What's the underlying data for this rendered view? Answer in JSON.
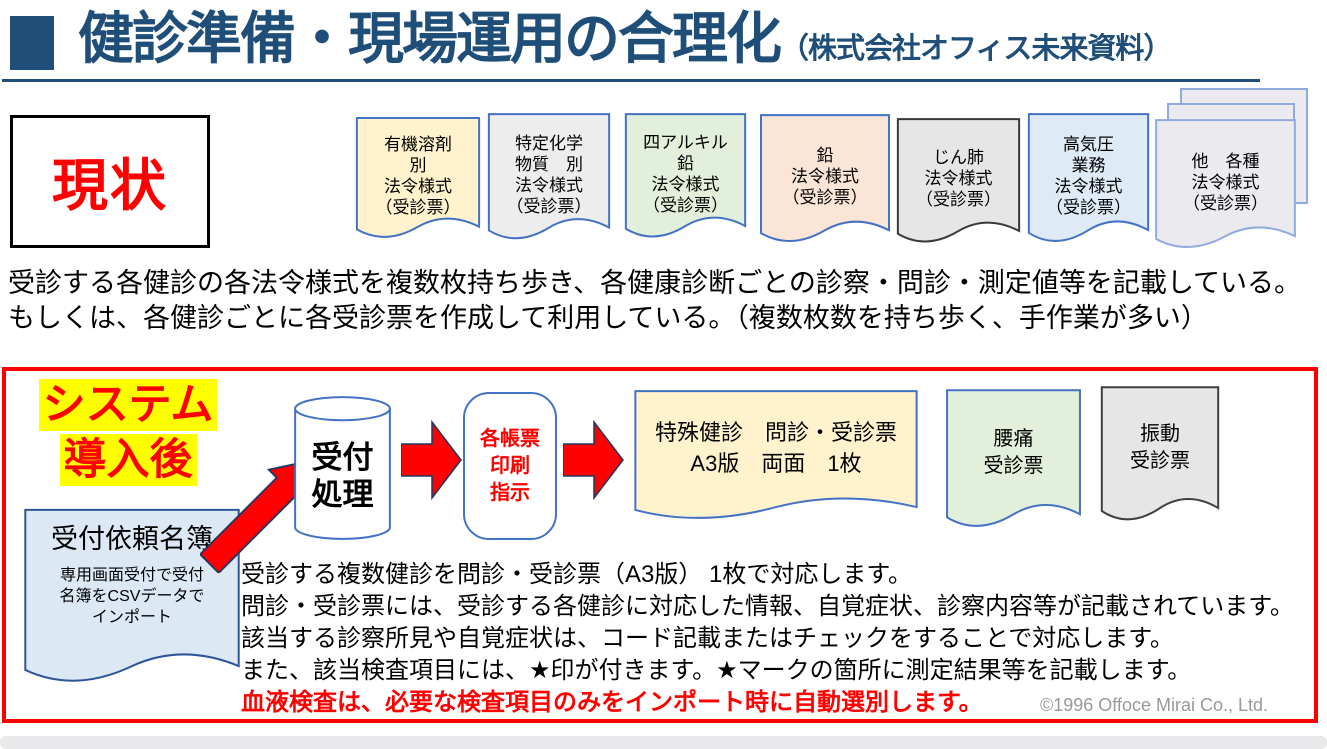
{
  "slide": {
    "title": "健診準備・現場運用の合理化",
    "title_suffix": "（株式会社オフィス未来資料）",
    "copyright": "©1996 Offoce Mirai Co., Ltd."
  },
  "colors": {
    "title_blue": "#1F4E79",
    "accent_red": "#FF0000",
    "highlight_yellow": "#FFFF00",
    "border_blue": "#4472C4",
    "border_dark": "#3B3838",
    "stack_border_blue": "#8FAADC",
    "roster_border_blue": "#2E5597",
    "copyright_gray": "#999999"
  },
  "current": {
    "label": "現状",
    "documents": [
      {
        "name": "organic-solvent",
        "text": "有機溶剤\n別\n法令様式\n（受診票）",
        "fill": "#FFF2CC",
        "border": "#4472C4"
      },
      {
        "name": "specified-chemical",
        "text": "特定化学\n物質　別\n法令様式\n（受診票）",
        "fill": "#EDEDED",
        "border": "#4472C4"
      },
      {
        "name": "tetraalkyl-lead",
        "text": "四アルキル\n鉛\n法令様式\n（受診票）",
        "fill": "#E2EFDA",
        "border": "#4472C4"
      },
      {
        "name": "lead",
        "text": "鉛\n法令様式\n（受診票）",
        "fill": "#FBE5D6",
        "border": "#4472C4"
      },
      {
        "name": "pneumoconiosis",
        "text": "じん肺\n法令様式\n（受診票）",
        "fill": "#E7E6E6",
        "border": "#3B3838"
      },
      {
        "name": "high-pressure",
        "text": "高気圧\n業務\n法令様式\n（受診票）",
        "fill": "#DEEBF7",
        "border": "#4472C4"
      },
      {
        "name": "other-forms",
        "text": "他　各種\n法令様式\n（受診票）",
        "fill": "#EBEBEF",
        "border": "#8FAADC"
      }
    ],
    "description_lines": [
      "受診する各健診の各法令様式を複数枚持ち歩き、各健康診断ごとの診察・問診・測定値等を記載している。",
      "もしくは、各健診ごとに各受診票を作成して利用している。（複数枚数を持ち歩く、手作業が多い）"
    ]
  },
  "system": {
    "label_lines": [
      "システム",
      "導入後"
    ],
    "roster_title": "受付依頼名簿",
    "roster_body": "専用画面受付で受付\n名簿をCSVデータで\nインポート",
    "roster_fill": "#DCE9F5",
    "reception": "受付\n処理",
    "print_instruction": "各帳票\n印刷\n指示",
    "a3_doc": {
      "text": "特殊健診　問診・受診票\nA3版　両面　1枚",
      "fill": "#FFF2CC",
      "border": "#4472C4"
    },
    "lumbago_doc": {
      "text": "腰痛\n受診票",
      "fill": "#E2EFDA",
      "border": "#4472C4"
    },
    "vibration_doc": {
      "text": "振動\n受診票",
      "fill": "#E7E6E6",
      "border": "#404040"
    },
    "description_lines": [
      "受診する複数健診を問診・受診票（A3版） 1枚で対応します。",
      "問診・受診票には、受診する各健診に対応した情報、自覚症状、診察内容等が記載されています。",
      "該当する診察所見や自覚症状は、コード記載またはチェックをすることで対応します。",
      "また、該当検査項目には、★印が付きます。★マークの箇所に測定結果等を記載します。"
    ],
    "description_red": "血液検査は、必要な検査項目のみをインポート時に自動選別します。"
  }
}
